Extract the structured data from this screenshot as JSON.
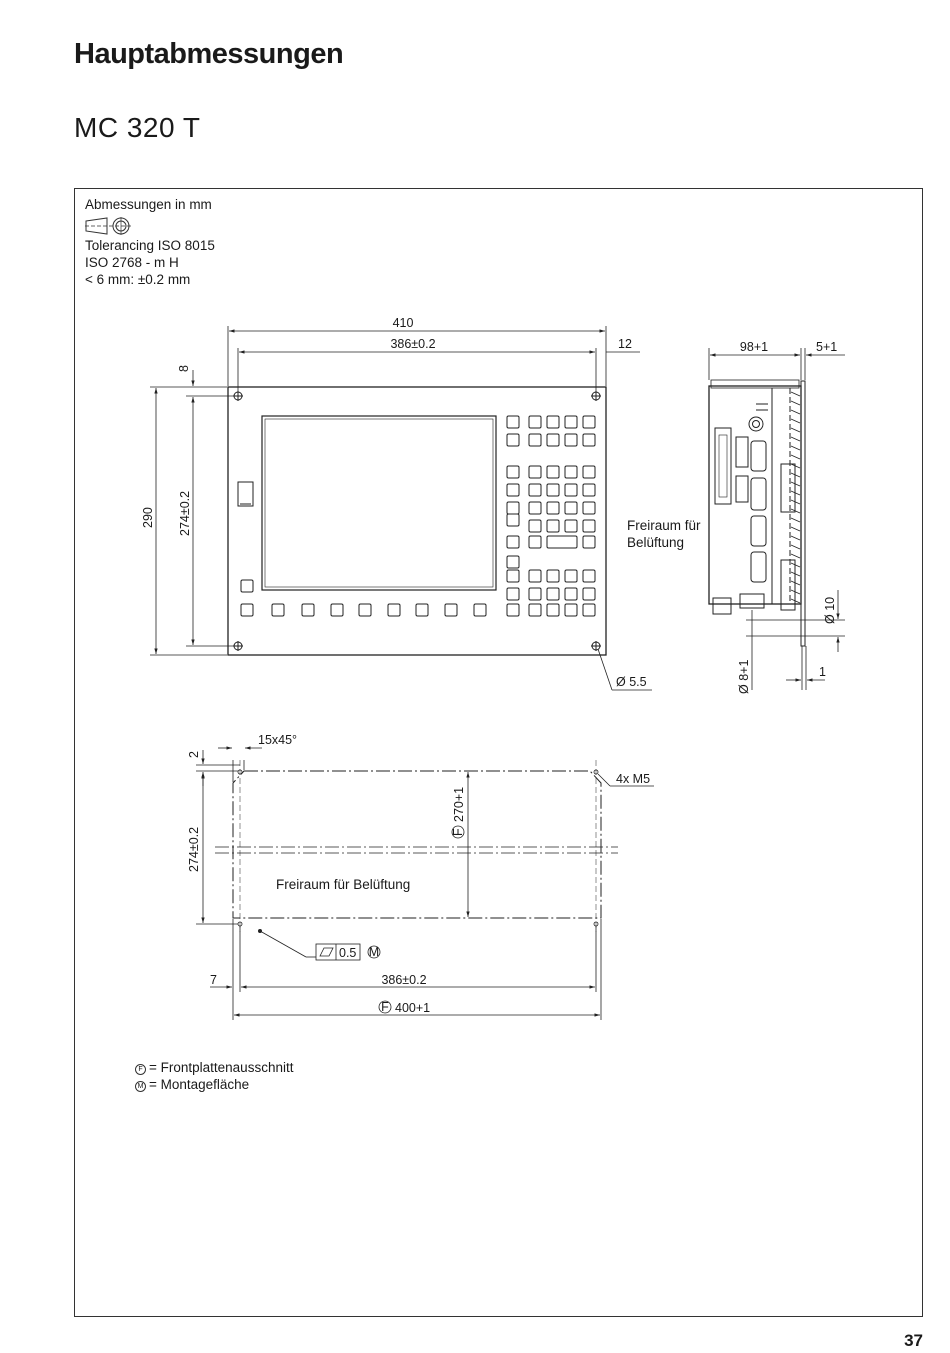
{
  "page": {
    "title": "Hauptabmessungen",
    "subtitle": "MC 320 T",
    "page_number": "37"
  },
  "legend": {
    "units": "Abmessungen in mm",
    "tolerancing": "Tolerancing ISO 8015",
    "iso": "ISO 2768 - m H",
    "small": "< 6 mm: ±0.2 mm"
  },
  "front_view": {
    "dim_width_total": "410",
    "dim_width_holes": "386±0.2",
    "dim_edge": "12",
    "dim_top_offset": "8",
    "dim_height_total": "290",
    "dim_height_holes": "274±0.2",
    "dim_hole": "Ø 5.5"
  },
  "side_view": {
    "dim_depth": "98+1",
    "dim_plate": "5+1",
    "ventilation_1": "Freiraum für",
    "ventilation_2": "Belüftung",
    "dim_d10": "Ø 10",
    "dim_d8": "Ø 8+1",
    "dim_1": "1"
  },
  "cutout": {
    "dim_top": "2",
    "dim_chamfer": "15x45°",
    "dim_thread": "4x M5",
    "dim_height_cut": "270+1",
    "dim_height_holes": "274±0.2",
    "ventilation": "Freiraum für Belüftung",
    "flatness": "0.5",
    "dim_left": "7",
    "dim_width_holes": "386±0.2",
    "dim_width_cut": "400+1",
    "marker_f": "F",
    "marker_m": "M"
  },
  "footnotes": {
    "f_label": "= Frontplattenausschnitt",
    "m_label": "= Montagefläche"
  }
}
